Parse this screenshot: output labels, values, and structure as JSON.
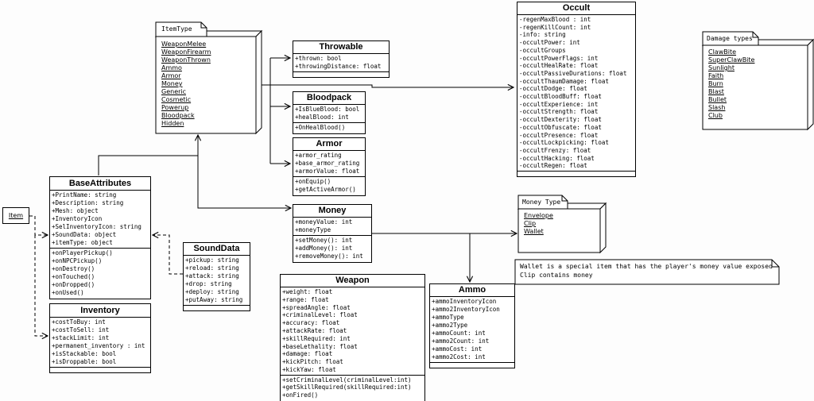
{
  "colors": {
    "line": "#000000",
    "box_fill": "#ffffff",
    "background": "#fdfdfd"
  },
  "classes": {
    "throwable": {
      "title": "Throwable",
      "attrs": [
        "+thrown: bool",
        "+throwingDistance: float"
      ],
      "ops": []
    },
    "bloodpack": {
      "title": "Bloodpack",
      "attrs": [
        "+IsBlueBlood: bool",
        "+healBlood: int"
      ],
      "ops": [
        "+OnHealBlood()"
      ]
    },
    "armor": {
      "title": "Armor",
      "attrs": [
        "+armor_rating",
        "+base_armor_rating",
        "+armorValue: float"
      ],
      "ops": [
        "+onEquip()",
        "+getActiveArmor()"
      ]
    },
    "occult": {
      "title": "Occult",
      "attrs": [
        "-regenMaxBlood : int",
        "-regenKillCount: int",
        "-info: string",
        "-occultPower: int",
        "-occultGroups",
        "-occultPowerFlags: int",
        "-occultHealRate: float",
        "-occultPassiveDurations: float",
        "-occultThaumDamage: float",
        "-occultDodge: float",
        "-occultBloodBuff: float",
        "-occultExperience: int",
        "-occultStrength: float",
        "-occultDexterity: float",
        "-occultObfuscate: float",
        "-occultPresence: float",
        "-occultLockpicking: float",
        "-occultFrenzy: float",
        "-occultHacking: float",
        "-occultRegen: float"
      ],
      "ops": []
    },
    "baseattributes": {
      "title": "BaseAttributes",
      "attrs": [
        "+PrintName: string",
        "+Description: string",
        "+Mesh: object",
        "+InventoryIcon",
        "+SelInventoryIcon: string",
        "+SoundData: object",
        "+itemType: object"
      ],
      "ops": [
        "+onPlayerPickup()",
        "+onNPCPickup()",
        "+onDestroy()",
        "+onTouched()",
        "+onDropped()",
        "+onUsed()"
      ]
    },
    "inventory": {
      "title": "Inventory",
      "attrs": [
        "+costToBuy: int",
        "+costToSell: int",
        "+stackLimit: int",
        "+permanent_inventory : int",
        "+isStackable: bool",
        "+isDroppable: bool"
      ],
      "ops": []
    },
    "sounddata": {
      "title": "SoundData",
      "attrs": [
        "+pickup: string",
        "+reload: string",
        "+attack: string",
        "+drop: string",
        "+deploy: string",
        "+putAway: string"
      ],
      "ops": []
    },
    "money": {
      "title": "Money",
      "attrs": [
        "+moneyValue: int",
        "+moneyType"
      ],
      "ops": [
        "+setMoney(): int",
        "+addMoney(): int",
        "+removeMoney(): int"
      ]
    },
    "weapon": {
      "title": "Weapon",
      "attrs": [
        "+weight: float",
        "+range: float",
        "+spreadAngle: float",
        "+criminalLevel: float",
        "+accuracy: float",
        "+attackRate: float",
        "+skillRequired: int",
        "+baseLethality: float",
        "+damage: float",
        "+kickPitch: float",
        "+kickYaw: float"
      ],
      "ops": [
        "+setCriminalLevel(criminalLevel:int)",
        "+getSkillRequired(skillRequired:int)",
        "+onFired()"
      ]
    },
    "ammo": {
      "title": "Ammo",
      "attrs": [
        "+ammoInventoryIcon",
        "+ammo2InventoryIcon",
        "+ammoType",
        "+ammo2Type",
        "+ammoCount: int",
        "+ammo2Count: int",
        "+ammoCost: int",
        "+ammo2Cost: int"
      ],
      "ops": []
    }
  },
  "packages": {
    "itemtype": {
      "label": "ItemType",
      "items": [
        "WeaponMelee",
        "WeaponFirearm",
        "WeaponThrown",
        "Ammo",
        "Armor",
        "Money",
        "Generic",
        "Cosmetic",
        "Powerup",
        "Bloodpack",
        "Hidden"
      ]
    },
    "damagetypes": {
      "label": "Damage types",
      "items": [
        "ClawBite",
        "SuperClawBite",
        "Sunlight",
        "Faith",
        "Burn",
        "Blast",
        "Bullet",
        "Slash",
        "Club"
      ]
    },
    "moneytype": {
      "label": "Money Type",
      "items": [
        "Envelope",
        "Clip",
        "Wallet"
      ]
    }
  },
  "item_object": {
    "label": "Item"
  },
  "note": {
    "lines": [
      "Wallet is a special item that has the player's money value exposed",
      "Clip contains money"
    ]
  }
}
